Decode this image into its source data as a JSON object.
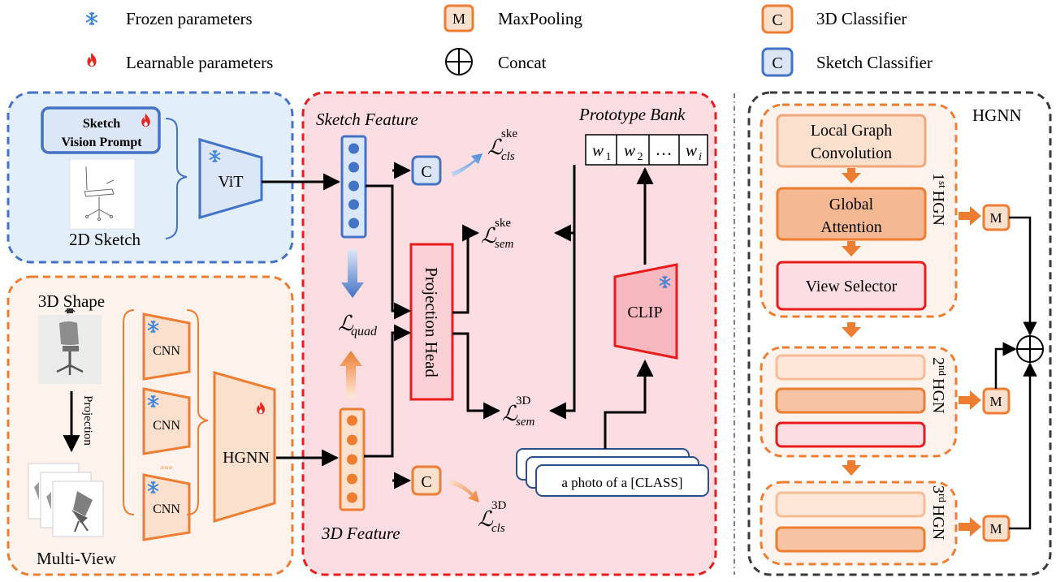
{
  "legend": {
    "frozen": "Frozen parameters",
    "learnable": "Learnable parameters",
    "maxpool_symbol": "M",
    "maxpool": "MaxPooling",
    "concat": "Concat",
    "classifier_symbol": "C",
    "classifier_3d": "3D Classifier",
    "classifier_sketch": "Sketch Classifier"
  },
  "sketch_branch": {
    "prompt_line1": "Sketch",
    "prompt_line2": "Vision Prompt",
    "sketch_caption": "2D Sketch",
    "vit": "ViT"
  },
  "shape_branch": {
    "shape_caption": "3D Shape",
    "projection": "Projection",
    "multiview_caption": "Multi-View",
    "cnn": "CNN",
    "ellipsis": "◦◦◦",
    "hgnn": "HGNN"
  },
  "middle": {
    "sketch_feature": "Sketch Feature",
    "feature_3d": "3D Feature",
    "classifier_symbol": "C",
    "projection_head": "Projection Head",
    "prototype_bank": "Prototype Bank",
    "bank_cells": [
      "w",
      "w",
      "…",
      "w"
    ],
    "bank_subs": [
      "1",
      "2",
      "",
      "i"
    ],
    "clip": "CLIP",
    "prompt_text": "a photo of a [CLASS]",
    "loss_symbol": "ℒ",
    "loss_cls_ske_sup": "ske",
    "loss_cls_ske_sub": "cls",
    "loss_sem_ske_sup": "ske",
    "loss_sem_ske_sub": "sem",
    "loss_quad_sub": "quad",
    "loss_sem_3d_sup": "3D",
    "loss_sem_3d_sub": "sem",
    "loss_cls_3d_sup": "3D",
    "loss_cls_3d_sub": "cls"
  },
  "hgnn_detail": {
    "title": "HGNN",
    "local_line1": "Local Graph",
    "local_line2": "Convolution",
    "global_line1": "Global",
    "global_line2": "Attention",
    "view_selector": "View Selector",
    "maxpool_symbol": "M",
    "stage1_num": "1",
    "stage1_sup": "st",
    "stage2_num": "2",
    "stage2_sup": "nd",
    "stage3_num": "3",
    "stage3_sup": "rd",
    "stage_label": "HGN"
  },
  "colors": {
    "sketch_blue": "#4472c4",
    "sketch_bg": "#e2eef9",
    "orange": "#ed7d31",
    "shape_bg": "#fdf3ec",
    "red": "#e81c1c",
    "red_bg": "#fbdde2",
    "dark": "#3a3a3a"
  }
}
